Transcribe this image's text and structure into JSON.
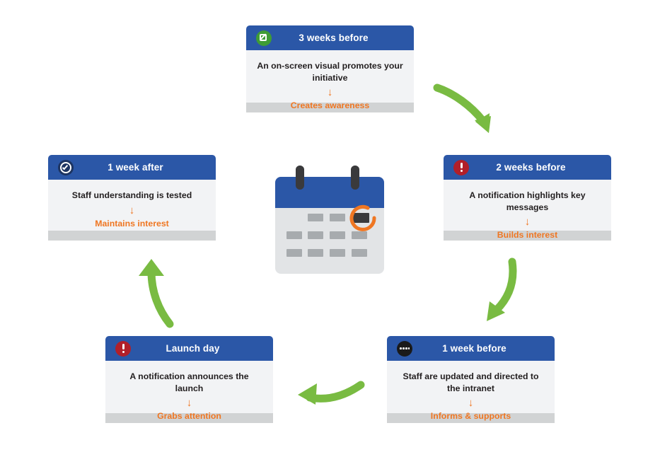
{
  "diagram": {
    "title": "Campaign timeline cycle",
    "colors": {
      "header_blue": "#2b57a7",
      "card_body": "#f2f3f5",
      "card_footer": "#d1d3d4",
      "accent_orange": "#ef7622",
      "arrow_green": "#79bb42",
      "icon_green": "#3f9c35",
      "icon_red": "#b11f29",
      "icon_black": "#1a1a1a",
      "icon_navy": "#1d3461"
    },
    "inner_arrow_glyph": "↓"
  },
  "cards": [
    {
      "id": "3weeks",
      "title": "3 weeks before",
      "icon": "compose-icon",
      "description": "An on-screen visual promotes your initiative",
      "outcome": "Creates awareness"
    },
    {
      "id": "2weeks",
      "title": "2 weeks before",
      "icon": "alert-icon",
      "description": "A notification highlights key messages",
      "outcome": "Builds interest"
    },
    {
      "id": "1weekbefore",
      "title": "1 week before",
      "icon": "dots-icon",
      "description": "Staff are updated and directed to the intranet",
      "outcome": "Informs & supports"
    },
    {
      "id": "launchday",
      "title": "Launch day",
      "icon": "alert-icon",
      "description": "A notification announces the launch",
      "outcome": "Grabs attention"
    },
    {
      "id": "1weekafter",
      "title": "1 week after",
      "icon": "check-icon",
      "description": "Staff understanding is tested",
      "outcome": "Maintains interest"
    }
  ],
  "center_graphic": {
    "name": "calendar-icon",
    "highlight_color": "#ef7622",
    "header_color": "#2b57a7"
  },
  "arrows": [
    {
      "id": "top-right",
      "direction": "down-right"
    },
    {
      "id": "right-down",
      "direction": "down-left"
    },
    {
      "id": "bottom-left",
      "direction": "left"
    },
    {
      "id": "left-up",
      "direction": "up"
    }
  ]
}
